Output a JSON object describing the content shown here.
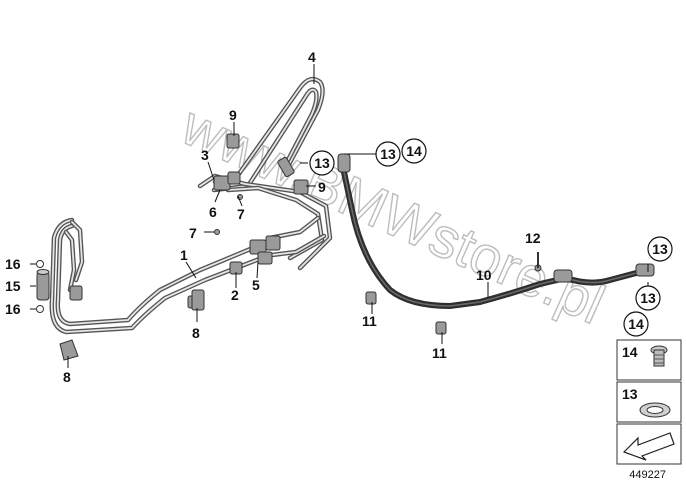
{
  "callouts": {
    "c1": "1",
    "c2": "2",
    "c3": "3",
    "c4": "4",
    "c5": "5",
    "c6": "6",
    "c7a": "7",
    "c7b": "7",
    "c8a": "8",
    "c8b": "8",
    "c9a": "9",
    "c9b": "9",
    "c10": "10",
    "c11a": "11",
    "c11b": "11",
    "c12": "12",
    "c13a": "13",
    "c13b": "13",
    "c13c": "13",
    "c13d": "13",
    "c14a": "14",
    "c14b": "14",
    "c15": "15",
    "c16a": "16",
    "c16b": "16"
  },
  "legend": {
    "box14": "14",
    "box13": "13"
  },
  "watermark": "www.BMWstore.pl",
  "diagram_number": "449227",
  "colors": {
    "pipe": "#555555",
    "hose": "#2e2e2e",
    "label": "#111111",
    "watermark": "#bdbdbd"
  }
}
